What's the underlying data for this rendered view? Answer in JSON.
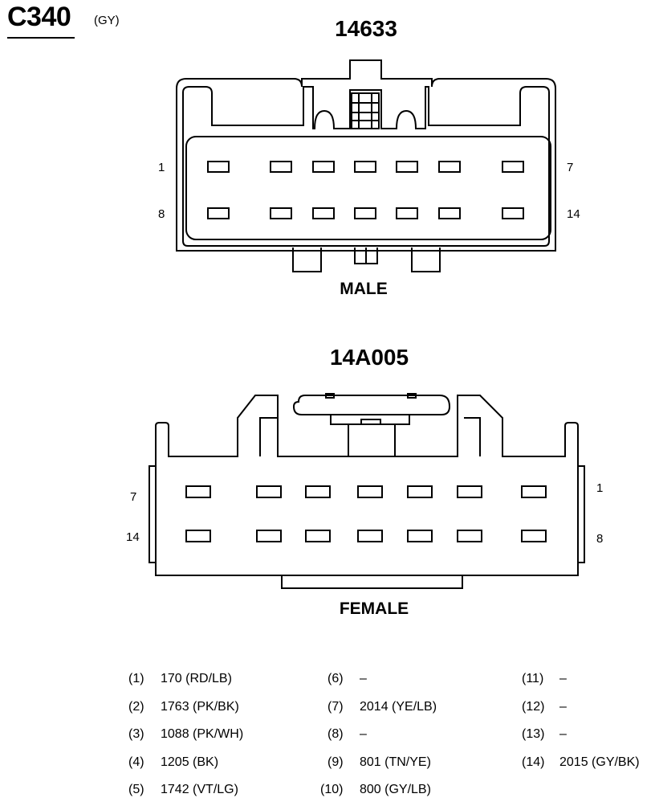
{
  "connector": {
    "id": "C340",
    "color": "(GY)"
  },
  "male": {
    "part_number": "14633",
    "label": "MALE",
    "pin_labels": {
      "top_left": "1",
      "top_right": "7",
      "bottom_left": "8",
      "bottom_right": "14"
    }
  },
  "female": {
    "part_number": "14A005",
    "label": "FEMALE",
    "pin_labels": {
      "top_left": "7",
      "top_right": "1",
      "bottom_left": "14",
      "bottom_right": "8"
    }
  },
  "pinout": [
    {
      "index": "(1)",
      "value": "170 (RD/LB)"
    },
    {
      "index": "(2)",
      "value": "1763 (PK/BK)"
    },
    {
      "index": "(3)",
      "value": "1088 (PK/WH)"
    },
    {
      "index": "(4)",
      "value": "1205 (BK)"
    },
    {
      "index": "(5)",
      "value": "1742 (VT/LG)"
    },
    {
      "index": "(6)",
      "value": "–"
    },
    {
      "index": "(7)",
      "value": "2014 (YE/LB)"
    },
    {
      "index": "(8)",
      "value": "–"
    },
    {
      "index": "(9)",
      "value": "801 (TN/YE)"
    },
    {
      "index": "(10)",
      "value": "800 (GY/LB)"
    },
    {
      "index": "(11)",
      "value": "–"
    },
    {
      "index": "(12)",
      "value": "–"
    },
    {
      "index": "(13)",
      "value": "–"
    },
    {
      "index": "(14)",
      "value": "2015 (GY/BK)"
    }
  ]
}
